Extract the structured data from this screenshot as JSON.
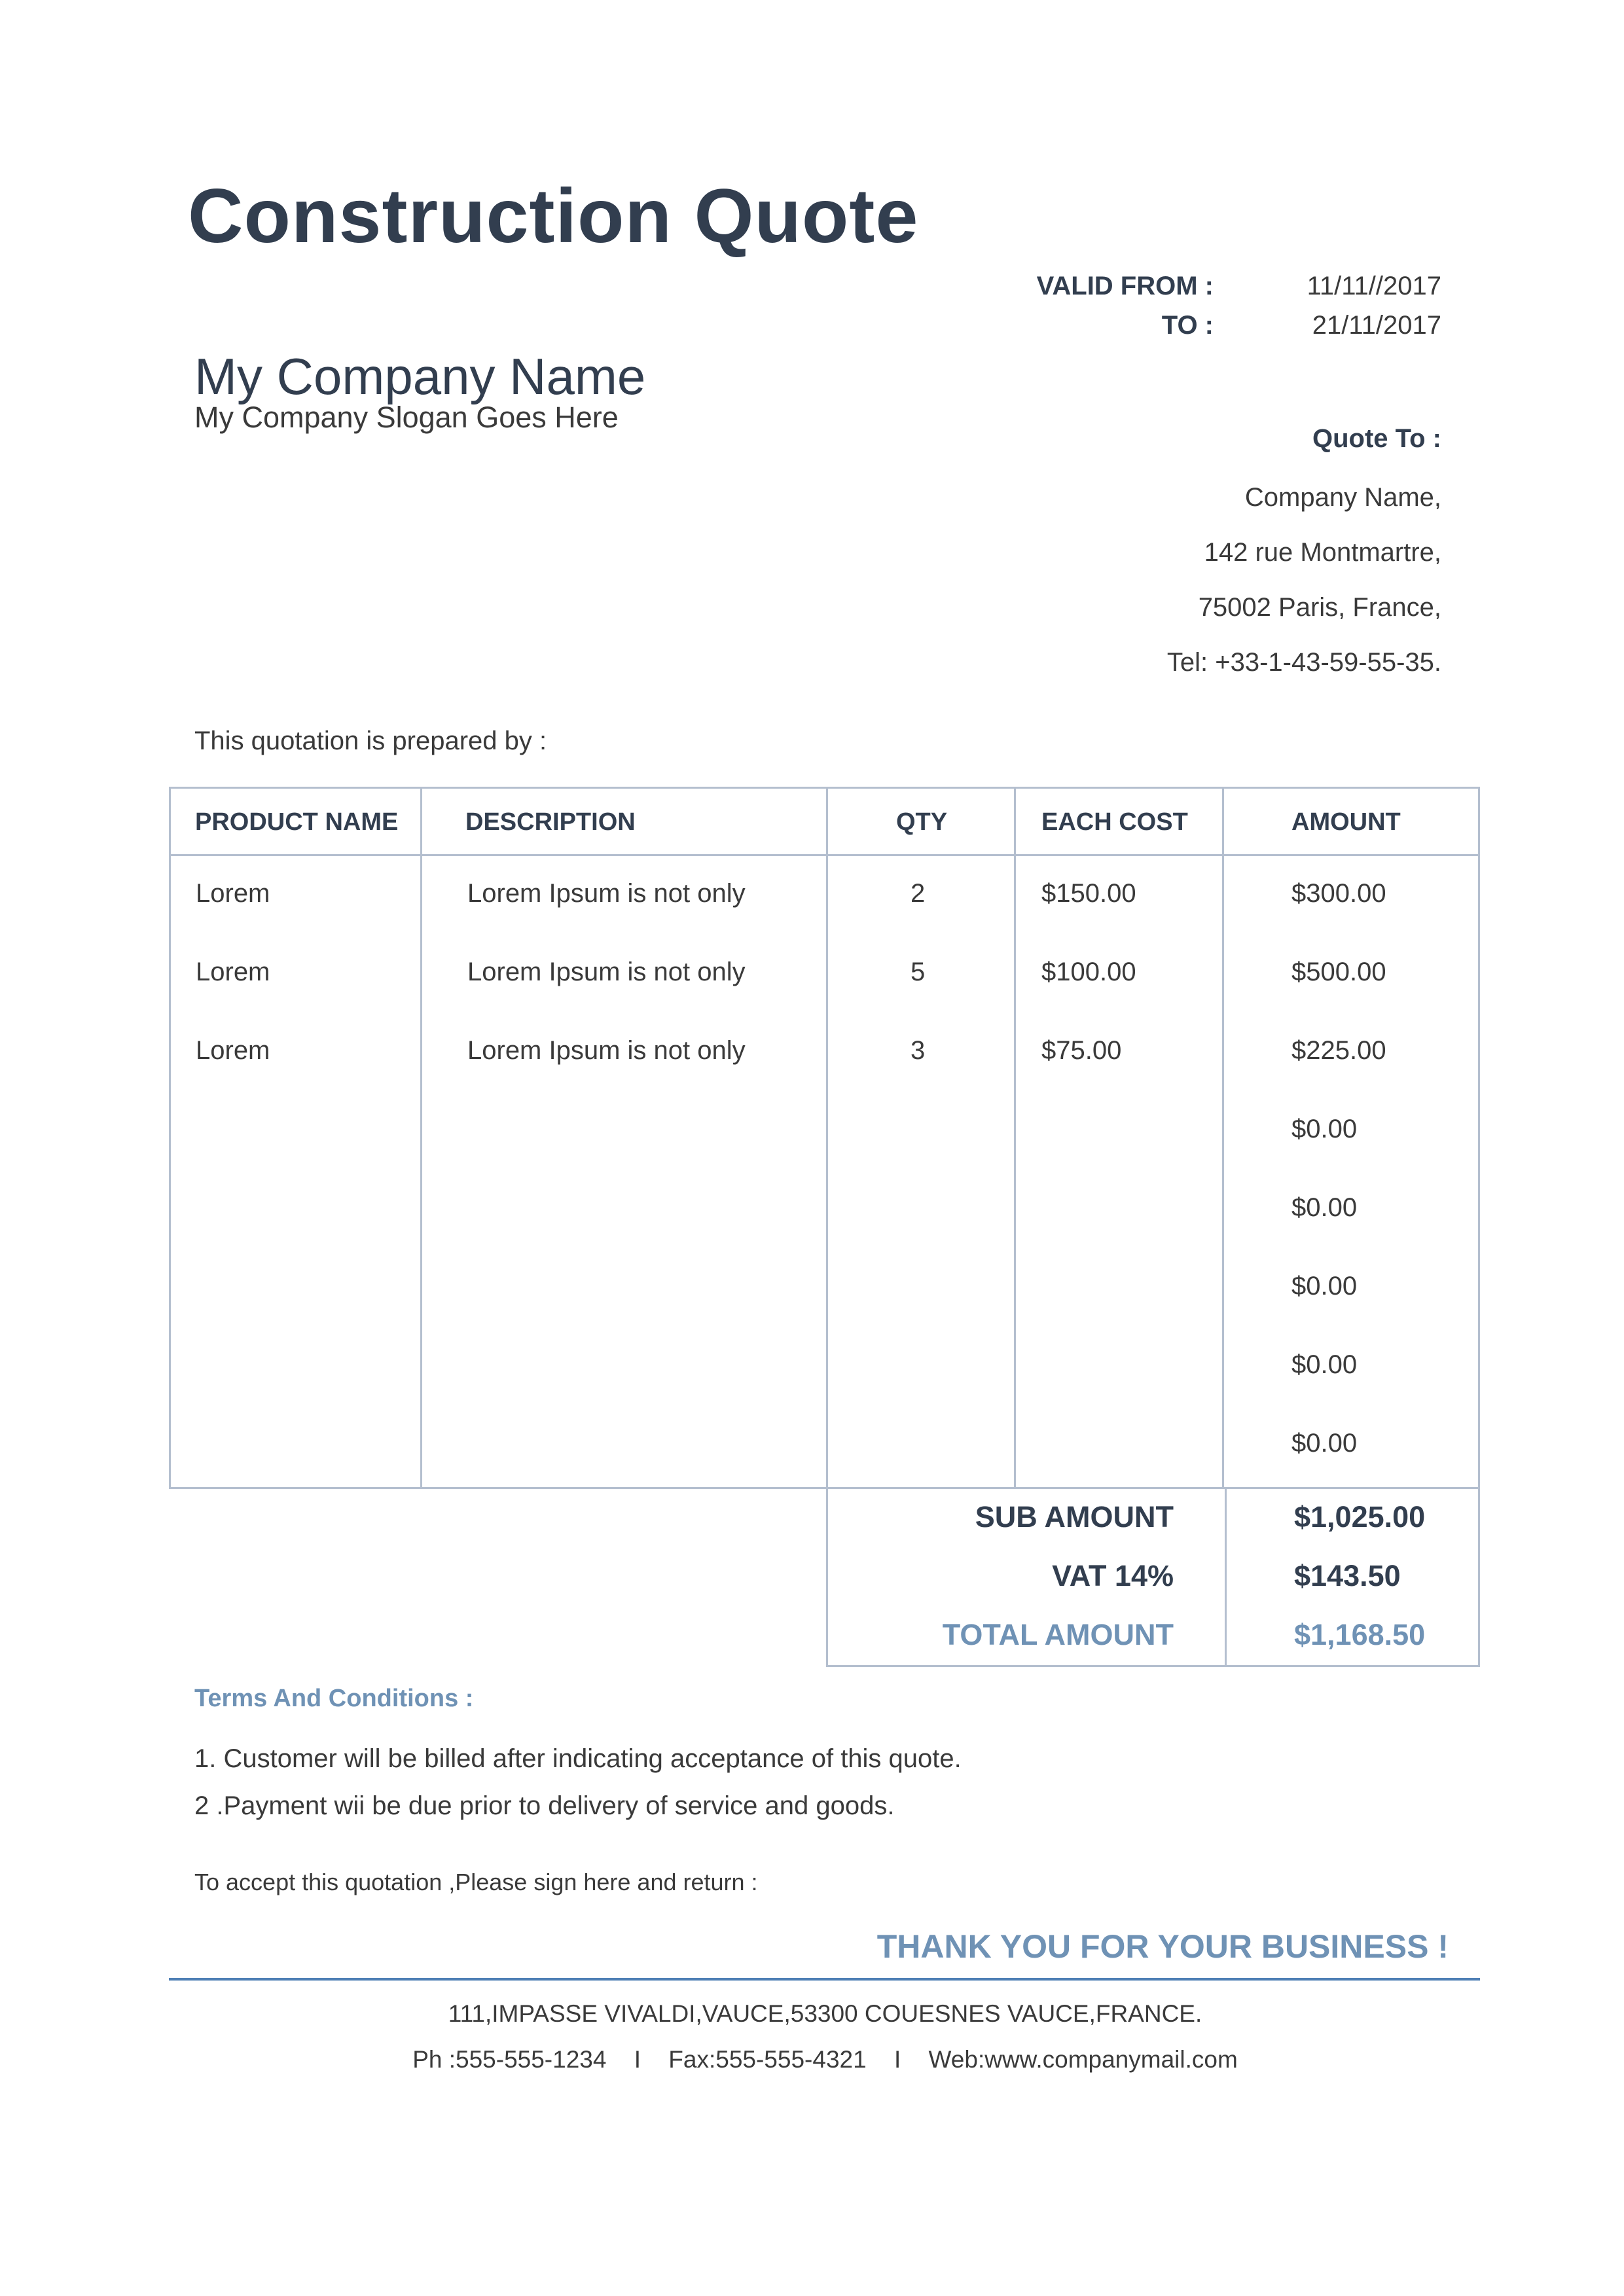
{
  "document": {
    "title": "Construction Quote",
    "valid": {
      "from_label": "VALID FROM :",
      "from_value": "11/11//2017",
      "to_label": "TO :",
      "to_value": "21/11/2017"
    },
    "company": {
      "name": "My Company Name",
      "slogan": "My Company Slogan Goes Here"
    },
    "quote_to": {
      "title": "Quote To :",
      "lines": [
        "Company Name,",
        "142 rue Montmartre,",
        "75002 Paris, France,",
        "Tel: +33-1-43-59-55-35."
      ]
    },
    "prepared_by": "This quotation is prepared by :",
    "table": {
      "headers": [
        "PRODUCT NAME",
        "DESCRIPTION",
        "QTY",
        "EACH COST",
        "AMOUNT"
      ],
      "rows": [
        {
          "product": "Lorem",
          "description": "Lorem Ipsum is not only",
          "qty": "2",
          "each": "$150.00",
          "amount": "$300.00"
        },
        {
          "product": "Lorem",
          "description": "Lorem Ipsum is not only",
          "qty": "5",
          "each": "$100.00",
          "amount": "$500.00"
        },
        {
          "product": "Lorem",
          "description": "Lorem Ipsum is not only",
          "qty": "3",
          "each": "$75.00",
          "amount": "$225.00"
        },
        {
          "product": "",
          "description": "",
          "qty": "",
          "each": "",
          "amount": "$0.00"
        },
        {
          "product": "",
          "description": "",
          "qty": "",
          "each": "",
          "amount": "$0.00"
        },
        {
          "product": "",
          "description": "",
          "qty": "",
          "each": "",
          "amount": "$0.00"
        },
        {
          "product": "",
          "description": "",
          "qty": "",
          "each": "",
          "amount": "$0.00"
        },
        {
          "product": "",
          "description": "",
          "qty": "",
          "each": "",
          "amount": "$0.00"
        }
      ]
    },
    "totals": {
      "sub_label": "SUB AMOUNT",
      "sub_value": "$1,025.00",
      "vat_label": "VAT 14%",
      "vat_value": "$143.50",
      "total_label": "TOTAL AMOUNT",
      "total_value": "$1,168.50"
    },
    "terms": {
      "title": "Terms And Conditions :",
      "items": [
        "1. Customer will be billed after indicating acceptance of this quote.",
        "2 .Payment wii be due prior to delivery of service and goods."
      ]
    },
    "accept_line": "To accept this quotation ,Please sign here and return :",
    "thanks": "THANK YOU FOR YOUR BUSINESS !",
    "footer": {
      "address": "111,IMPASSE VIVALDI,VAUCE,53300 COUESNES VAUCE,FRANCE.",
      "phone": "Ph :555-555-1234",
      "separator": "I",
      "fax": "Fax:555-555-4321",
      "web": "Web:www.companymail.com"
    },
    "colors": {
      "heading": "#323e4f",
      "accent": "#6f92b5",
      "border": "#b4bfcf",
      "rule": "#4f7fb5"
    }
  }
}
